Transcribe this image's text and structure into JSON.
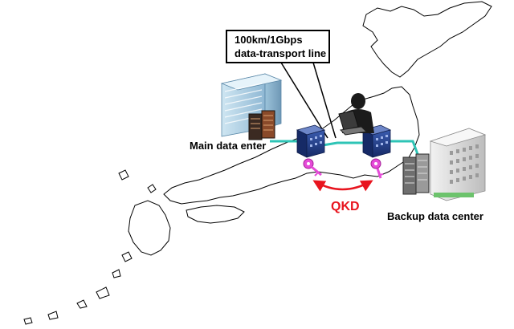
{
  "callout": {
    "line1": "100km/1Gbps",
    "line2": "data-transport line"
  },
  "nodes": {
    "main": {
      "label": "Main data enter"
    },
    "backup": {
      "label": "Backup data center"
    }
  },
  "link": {
    "label": "QKD",
    "label_color": "#e8141e",
    "arrow_color": "#e8141e"
  },
  "colors": {
    "fiber": "#2ec4b6",
    "router": "#1f3b88",
    "key": "#e64bd8",
    "map_outline": "#000000"
  },
  "icons": [
    "map-of-japan",
    "office-building-icon",
    "server-rack-icon",
    "router-icon",
    "operator-laptop-icon",
    "key-icon"
  ]
}
